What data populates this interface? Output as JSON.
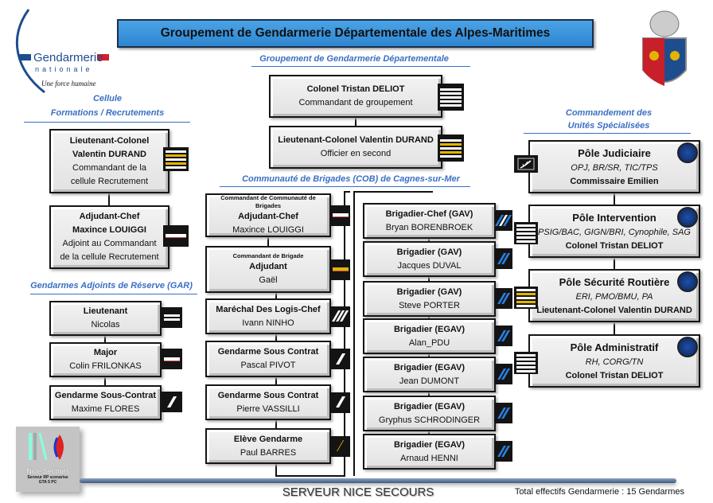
{
  "title": "Groupement de Gendarmerie Départementale des Alpes-Maritimes",
  "logo": {
    "name": "Gendarmerie",
    "sub": "nationale",
    "tagline": "Une force humaine"
  },
  "left": {
    "heading1": "Cellule",
    "heading2": "Formations / Recrutements",
    "boxes": [
      {
        "lines": [
          "Lieutenant-Colonel",
          "Valentin DURAND",
          "Commandant de la",
          "cellule Recrutement"
        ],
        "insignia": "lieutenant-colonel"
      },
      {
        "lines": [
          "Adjudant-Chef",
          "Maxince LOUIGGI",
          "Adjoint au Commandant",
          "de la cellule Recrutement"
        ],
        "insignia": "adjudant-chef"
      }
    ],
    "gar_heading": "Gendarmes Adjoints de Réserve (GAR)",
    "gar": [
      {
        "lines": [
          "Lieutenant",
          "Nicolas"
        ],
        "insignia": "lieutenant"
      },
      {
        "lines": [
          "Major",
          "Colin FRILONKAS"
        ],
        "insignia": "major"
      },
      {
        "lines": [
          "Gendarme Sous-Contrat",
          "Maxime FLORES"
        ],
        "insignia": "gendarme"
      }
    ]
  },
  "center": {
    "heading": "Groupement de Gendarmerie Départementale",
    "boxes": [
      {
        "lines": [
          "Colonel Tristan DELIOT",
          "Commandant de groupement"
        ],
        "insignia": "colonel"
      },
      {
        "lines": [
          "Lieutenant-Colonel Valentin DURAND",
          "Officier en second"
        ],
        "insignia": "lieutenant-colonel"
      }
    ],
    "cob_heading": "Communauté de Brigades (COB) de Cagnes-sur-Mer",
    "col1": [
      {
        "role": "Commandant de Communauté de Brigades",
        "lines": [
          "Adjudant-Chef",
          "Maxince LOUIGGI"
        ],
        "insignia": "adjudant-chef"
      },
      {
        "role": "Commandant de Brigade",
        "lines": [
          "Adjudant",
          "Gaël"
        ],
        "insignia": "adjudant"
      },
      {
        "lines": [
          "Maréchal Des Logis-Chef",
          "Ivann NINHO"
        ],
        "insignia": "marechal-des-logis-chef"
      },
      {
        "lines": [
          "Gendarme Sous Contrat",
          "Pascal PIVOT"
        ],
        "insignia": "gendarme"
      },
      {
        "lines": [
          "Gendarme Sous Contrat",
          "Pierre VASSILLI"
        ],
        "insignia": "gendarme"
      },
      {
        "lines": [
          "Elève Gendarme",
          "Paul BARRES"
        ],
        "insignia": "eleve-gendarme"
      }
    ],
    "col2": [
      {
        "lines": [
          "Brigadier-Chef (GAV)",
          "Bryan BORENBROEK"
        ],
        "insignia": "brigadier-chef"
      },
      {
        "lines": [
          "Brigadier (GAV)",
          "Jacques DUVAL"
        ],
        "insignia": "brigadier"
      },
      {
        "lines": [
          "Brigadier (GAV)",
          "Steve PORTER"
        ],
        "insignia": "brigadier"
      },
      {
        "lines": [
          "Brigadier (EGAV)",
          "Alan_PDU"
        ],
        "insignia": "brigadier"
      },
      {
        "lines": [
          "Brigadier (EGAV)",
          "Jean DUMONT"
        ],
        "insignia": "brigadier"
      },
      {
        "lines": [
          "Brigadier (EGAV)",
          "Gryphus SCHRODINGER"
        ],
        "insignia": "brigadier"
      },
      {
        "lines": [
          "Brigadier (EGAV)",
          "Arnaud HENNI"
        ],
        "insignia": "brigadier"
      }
    ]
  },
  "right": {
    "heading1": "Commandement des",
    "heading2": "Unités Spécialisées",
    "poles": [
      {
        "title": "Pôle Judiciaire",
        "units": "OPJ, BR/SR, TIC/TPS",
        "chief": "Commissaire Emilien",
        "insignia": "commissaire",
        "seal": "balance-seal-icon"
      },
      {
        "title": "Pôle Intervention",
        "units": "PSIG/BAC, GIGN/BRI,  Cynophile, SAG",
        "chief": "Colonel Tristan DELIOT",
        "insignia": "colonel",
        "seal": "eagle-seal-icon"
      },
      {
        "title": "Pôle Sécurité Routière",
        "units": "ERI, PMO/BMU, PA",
        "chief": "Lieutenant-Colonel Valentin DURAND",
        "insignia": "lieutenant-colonel",
        "seal": "road-safety-seal-icon"
      },
      {
        "title": "Pôle Administratif",
        "units": "RH, CORG/TN",
        "chief": "Colonel Tristan DELIOT",
        "insignia": "colonel",
        "seal": "grenade-seal-icon"
      }
    ]
  },
  "footer": {
    "server": "SERVEUR NICE SECOURS",
    "total": "Total effectifs Gendarmerie : 15 Gendarmes",
    "nice_logo": {
      "name": "Nice Secours",
      "sub": "Serveur RP scenarise",
      "sub2": "GTA 5 PC"
    }
  },
  "colors": {
    "title_bg": "#3d95dc",
    "heading": "#3a6fc4",
    "gold": "#e2b400",
    "blue": "#2a7fe0",
    "red": "#c0504d"
  }
}
